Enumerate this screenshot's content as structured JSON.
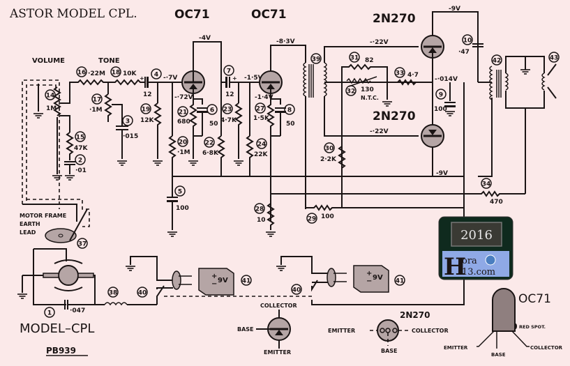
{
  "title": "ASTOR MODEL CPL.",
  "transistor_headers": {
    "t1": "OC71",
    "t2": "OC71",
    "t3": "2N270",
    "t4": "2N270"
  },
  "section_labels": {
    "volume": "VOLUME",
    "tone": "TONE"
  },
  "voltages": {
    "v_minus4": "-4V",
    "v_minus83": "-8·3V",
    "v_minus9_top": "-9V",
    "v_minus07": "-·7V",
    "v_minus072": "-·72V",
    "v_minus15": "-1·5V",
    "v_minus14": "-1·4V",
    "v_minus022_top": "-·22V",
    "v_minus022_bot": "-·22V",
    "v_minus0014": "-·014V",
    "v_minus9_bot": "-9V"
  },
  "components": [
    {
      "ref": "1",
      "value": "·047"
    },
    {
      "ref": "2",
      "value": "·01"
    },
    {
      "ref": "3",
      "value": "·015"
    },
    {
      "ref": "4",
      "value": "12"
    },
    {
      "ref": "5",
      "value": "100"
    },
    {
      "ref": "6",
      "value": "50"
    },
    {
      "ref": "7",
      "value": "12"
    },
    {
      "ref": "8",
      "value": "50"
    },
    {
      "ref": "9",
      "value": "100"
    },
    {
      "ref": "10",
      "value": "·47"
    },
    {
      "ref": "14",
      "value": "1M"
    },
    {
      "ref": "15",
      "value": "47K"
    },
    {
      "ref": "16",
      "value": "·22M"
    },
    {
      "ref": "17",
      "value": "·1M"
    },
    {
      "ref": "18",
      "value": "10K"
    },
    {
      "ref": "19",
      "value": "12K"
    },
    {
      "ref": "20",
      "value": "·1M"
    },
    {
      "ref": "21",
      "value": "680"
    },
    {
      "ref": "22",
      "value": "6·8K"
    },
    {
      "ref": "23",
      "value": "4·7K"
    },
    {
      "ref": "24",
      "value": "22K"
    },
    {
      "ref": "27",
      "value": "1·5K"
    },
    {
      "ref": "28",
      "value": "10"
    },
    {
      "ref": "29",
      "value": "100"
    },
    {
      "ref": "30",
      "value": "2·2K"
    },
    {
      "ref": "31",
      "value": "82"
    },
    {
      "ref": "32",
      "value": "130"
    },
    {
      "ref": "33",
      "value": "4·7"
    },
    {
      "ref": "34",
      "value": "470"
    },
    {
      "ref": "37",
      "value": ""
    },
    {
      "ref": "38",
      "value": ""
    },
    {
      "ref": "39",
      "value": ""
    },
    {
      "ref": "40a",
      "value": ""
    },
    {
      "ref": "40b",
      "value": ""
    },
    {
      "ref": "41a",
      "value": ""
    },
    {
      "ref": "41b",
      "value": ""
    },
    {
      "ref": "42",
      "value": ""
    },
    {
      "ref": "43",
      "value": ""
    }
  ],
  "ref_labels": {
    "c1": "1",
    "c2": "2",
    "c3": "3",
    "c4": "4",
    "c5": "5",
    "c6": "6",
    "c7": "7",
    "c8": "8",
    "c9": "9",
    "c10": "10",
    "r14": "14",
    "r15": "15",
    "r16": "16",
    "r17": "17",
    "r18": "18",
    "r19": "19",
    "r20": "20",
    "r21": "21",
    "r22": "22",
    "r23": "23",
    "r24": "24",
    "r27": "27",
    "r28": "28",
    "r29": "29",
    "r30": "30",
    "r31": "31",
    "r32": "32",
    "r33": "33",
    "r34": "34",
    "m37": "37",
    "l38": "38",
    "t39": "39",
    "s40a": "40",
    "s40b": "40",
    "b41a": "41",
    "b41b": "41",
    "t42": "42",
    "sp43": "43"
  },
  "values": {
    "c1": "·047",
    "c2": "·01",
    "c3": "·015",
    "c4": "12",
    "c5": "100",
    "c6": "50",
    "c7": "12",
    "c8": "50",
    "c9": "100",
    "c10": "·47",
    "r14": "1M",
    "r15": "47K",
    "r16": "·22M",
    "r17": "·1M",
    "r18": "10K",
    "r19": "12K",
    "r20": "·1M",
    "r21": "680",
    "r22": "6·8K",
    "r23": "4·7K",
    "r24": "22K",
    "r27": "1·5K",
    "r28": "10",
    "r29": "100",
    "r30": "2·2K",
    "r31": "82",
    "r32": "130",
    "r32_note": "N.T.C.",
    "r33": "4·7",
    "r34": "470"
  },
  "motor": {
    "frame_label_1": "MOTOR FRAME",
    "frame_label_2": "EARTH",
    "frame_label_3": "LEAD"
  },
  "battery": {
    "voltage": "9V",
    "plus": "+",
    "minus": "−"
  },
  "footer": {
    "model": "MODEL–CPL",
    "code": "PB939"
  },
  "pinouts": {
    "symbol": {
      "collector": "COLLECTOR",
      "base": "BASE",
      "emitter": "EMITTER"
    },
    "n2n270": {
      "name": "2N270",
      "emitter": "EMITTER",
      "collector": "COLLECTOR",
      "base": "BASE"
    },
    "oc71": {
      "name": "OC71",
      "red_spot": "RED SPOT.",
      "emitter": "EMITTER",
      "base": "BASE",
      "collector": "COLLECTOR"
    }
  },
  "watermark": {
    "year": "2016",
    "site_line1": "ora",
    "site_line2": "13.com",
    "initial": "H"
  }
}
